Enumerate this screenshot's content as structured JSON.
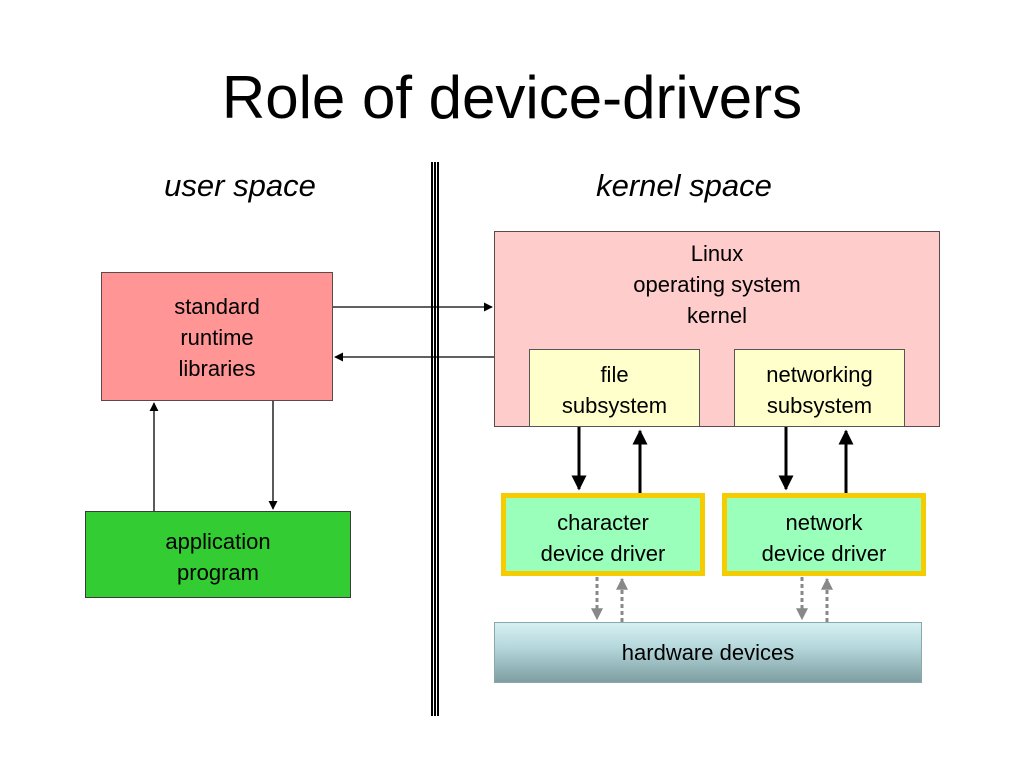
{
  "title": "Role of device-drivers",
  "labels": {
    "user_space": "user space",
    "kernel_space": "kernel space"
  },
  "boxes": {
    "standard_libraries": [
      "standard",
      "runtime",
      "libraries"
    ],
    "application_program": [
      "application",
      "program"
    ],
    "kernel": [
      "Linux",
      "operating system",
      "kernel"
    ],
    "file_subsystem": [
      "file",
      "subsystem"
    ],
    "networking_subsystem": [
      "networking",
      "subsystem"
    ],
    "character_driver": [
      "character",
      "device driver"
    ],
    "network_driver": [
      "network",
      "device driver"
    ],
    "hardware": "hardware devices"
  },
  "colors": {
    "standard_libraries": "#ff9595",
    "application_program": "#33cc33",
    "kernel": "#ffcccc",
    "subsystem": "#ffffcc",
    "driver_fill": "#99ffbb",
    "driver_border": "#f5cc00",
    "hardware_top": "#d6eff2",
    "hardware_bottom": "#7e9ea1"
  }
}
